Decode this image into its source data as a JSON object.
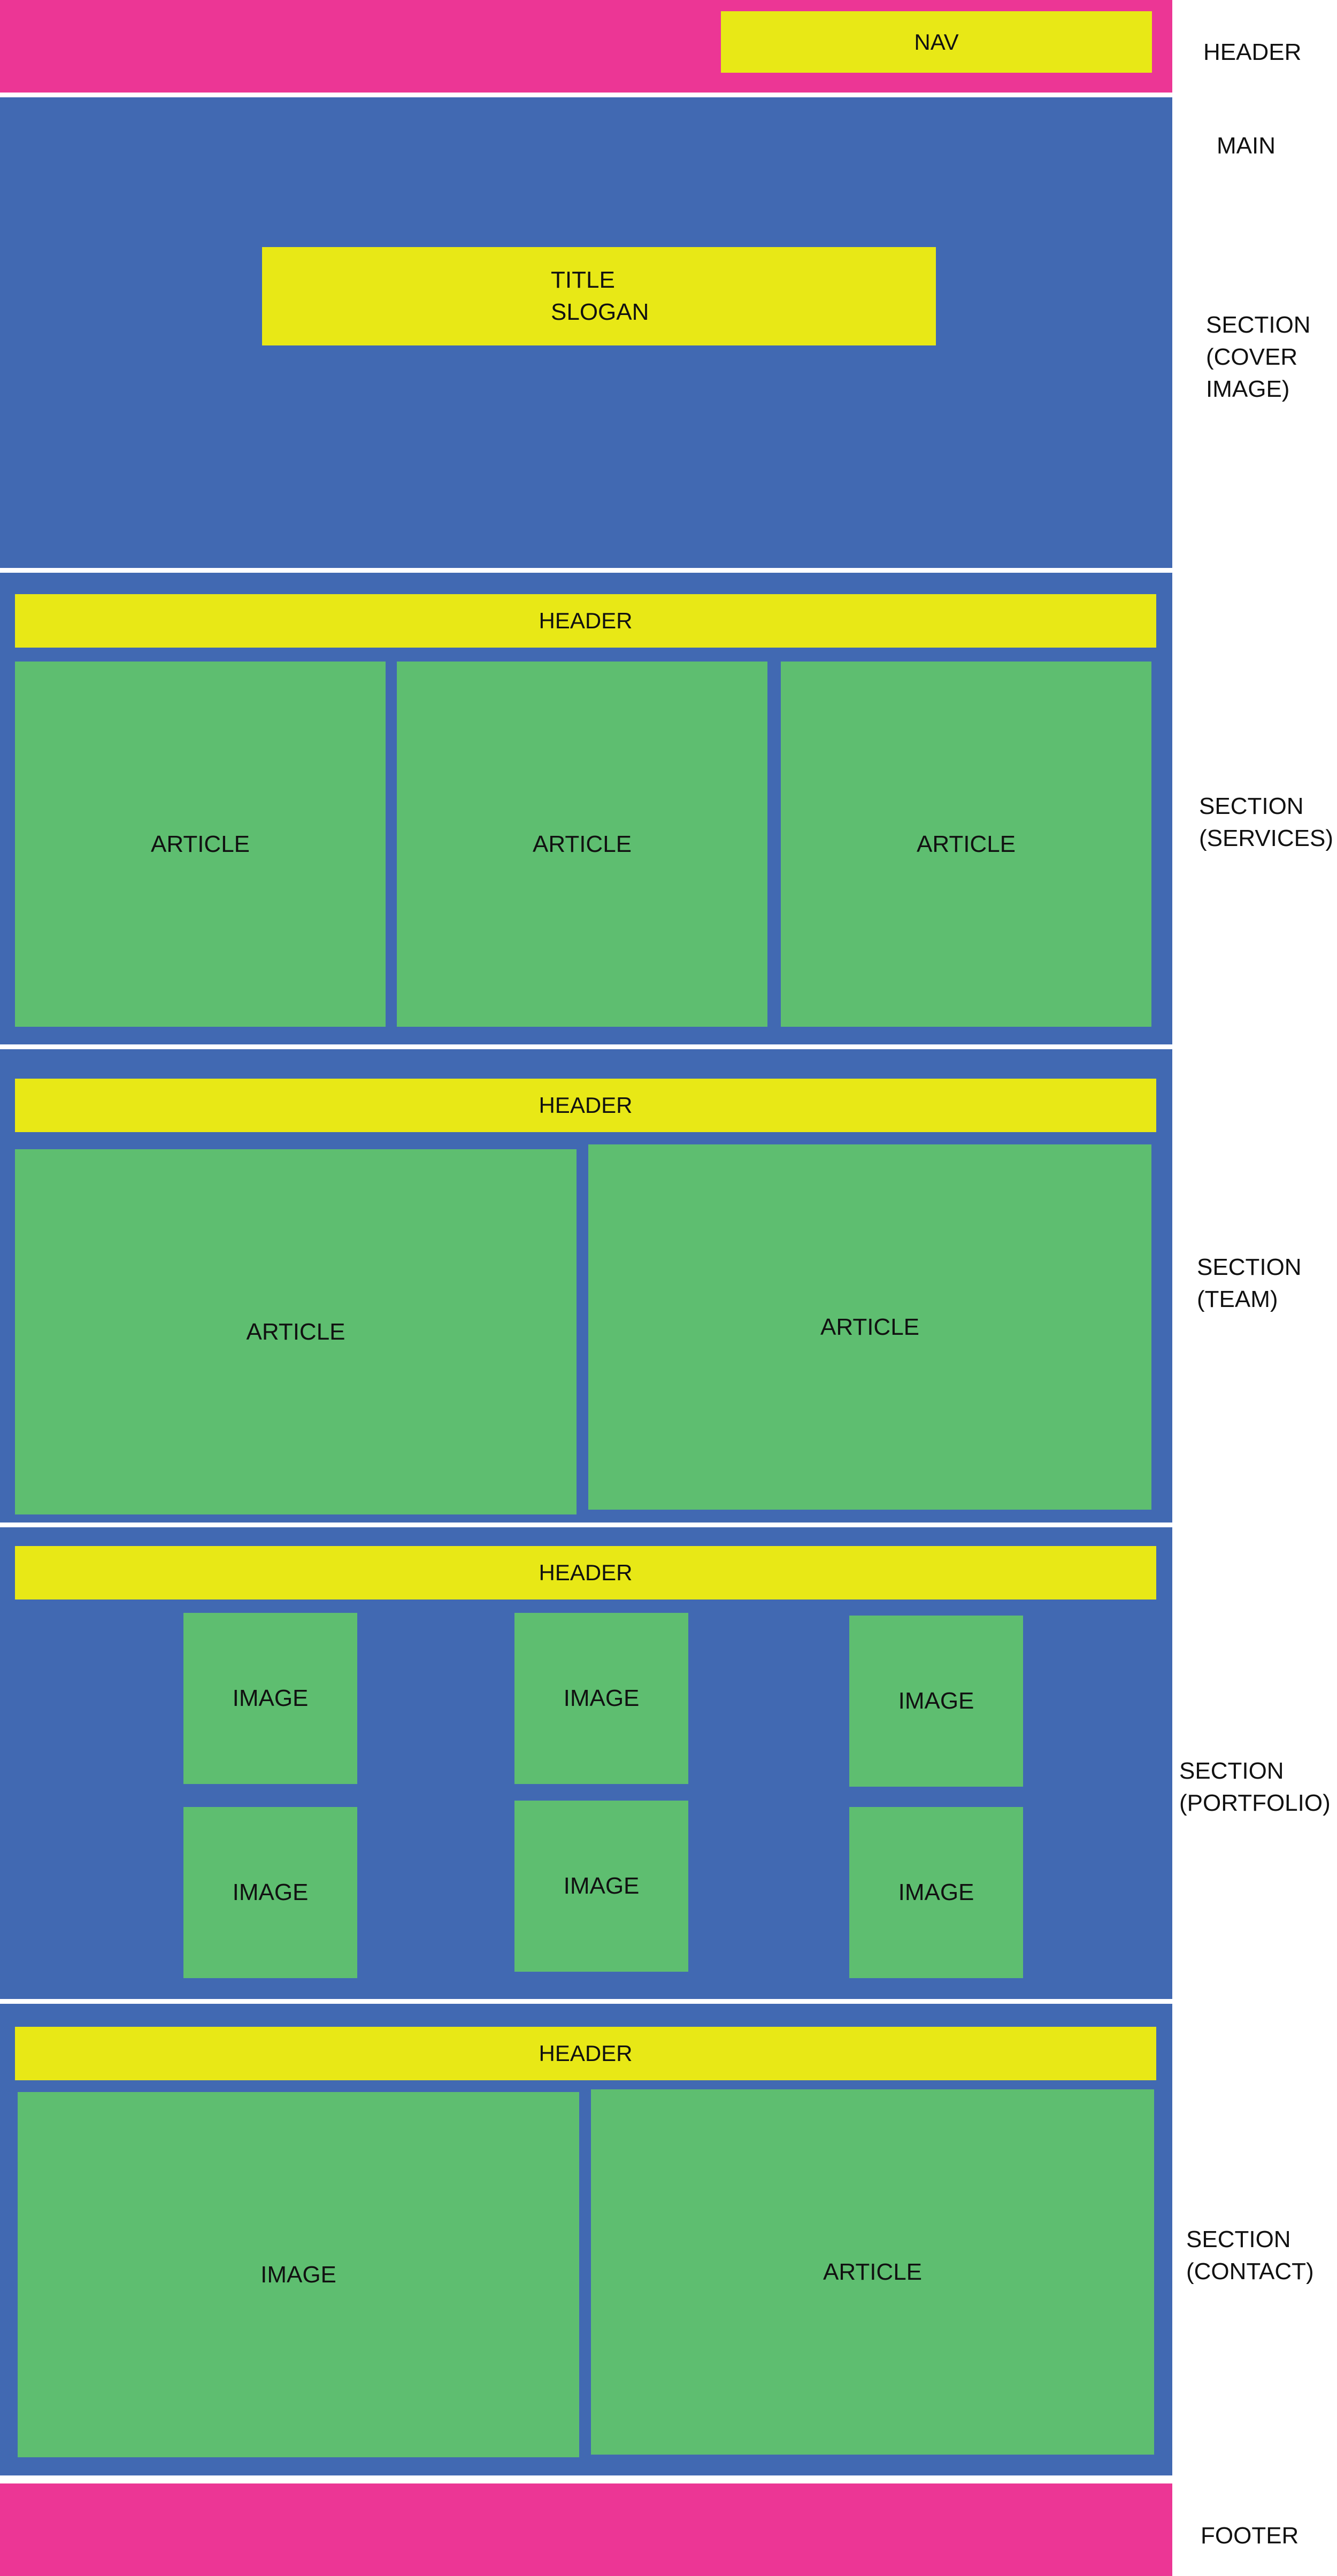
{
  "header_band": {
    "nav_label": "NAV"
  },
  "cover": {
    "title": "TITLE",
    "slogan": "SLOGAN"
  },
  "services": {
    "header": "HEADER",
    "articles": [
      "ARTICLE",
      "ARTICLE",
      "ARTICLE"
    ]
  },
  "team": {
    "header": "HEADER",
    "articles": [
      "ARTICLE",
      "ARTICLE"
    ]
  },
  "portfolio": {
    "header": "HEADER",
    "images": [
      "IMAGE",
      "IMAGE",
      "IMAGE",
      "IMAGE",
      "IMAGE",
      "IMAGE"
    ]
  },
  "contact": {
    "header": "HEADER",
    "image": "IMAGE",
    "article": "ARTICLE"
  },
  "side_labels": {
    "header": "HEADER",
    "main": "MAIN",
    "cover": [
      "SECTION",
      "(COVER",
      "IMAGE)"
    ],
    "services": [
      "SECTION",
      "(SERVICES)"
    ],
    "team": [
      "SECTION",
      "(TEAM)"
    ],
    "portfolio": [
      "SECTION",
      "(PORTFOLIO)"
    ],
    "contact": [
      "SECTION",
      "(CONTACT)"
    ],
    "footer": "FOOTER"
  },
  "colors": {
    "header_footer": "#ec3695",
    "section_background": "#4169b2",
    "header_bar": "#e8e816",
    "content_block": "#5ebe70",
    "divider": "#ffffff"
  }
}
